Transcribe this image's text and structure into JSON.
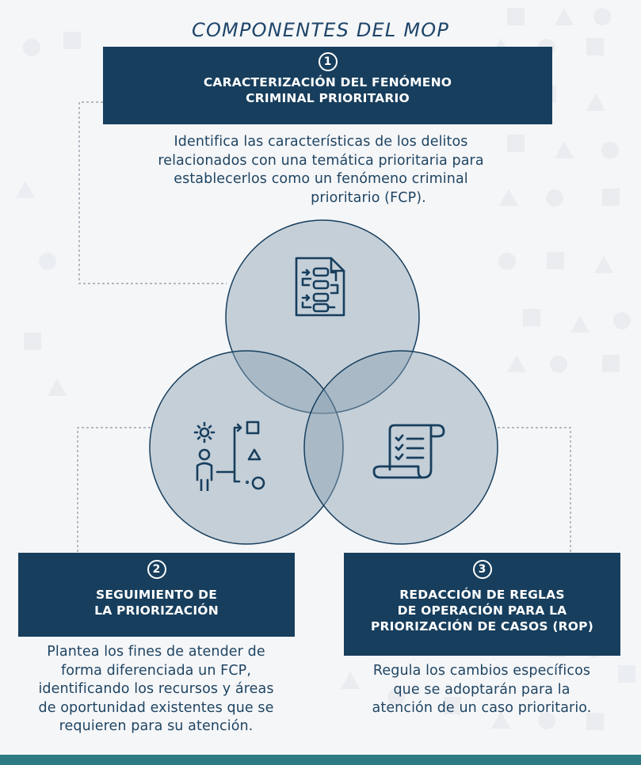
{
  "title": "COMPONENTES DEL MOP",
  "colors": {
    "box": "#173e5d",
    "circle_fill": "#8a9fb2",
    "circle_stroke": "#173e5d",
    "text": "#1f4563",
    "bottom_bar": "#2f7b84",
    "background": "#f5f6f8"
  },
  "components": [
    {
      "number": "1",
      "title_lines": [
        "CARACTERIZACIÓN DEL FENÓMENO",
        "CRIMINAL PRIORITARIO"
      ],
      "description_lines": [
        "Identifica las características de los delitos",
        "relacionados con una temática prioritaria para",
        "establecerlos como un fenómeno criminal",
        "prioritario (FCP)."
      ],
      "icon": "document-flow-icon"
    },
    {
      "number": "2",
      "title_lines": [
        "SEGUIMIENTO DE",
        "LA PRIORIZACIÓN"
      ],
      "description_lines": [
        "Plantea los fines de atender de",
        "forma diferenciada un FCP,",
        "identificando los recursos y áreas",
        "de oportunidad existentes que se",
        "requieren para su atención."
      ],
      "icon": "person-options-icon"
    },
    {
      "number": "3",
      "title_lines": [
        "REDACCIÓN DE REGLAS",
        "DE OPERACIÓN PARA LA",
        "PRIORIZACIÓN DE CASOS (ROP)"
      ],
      "description_lines": [
        "Regula los cambios específicos",
        "que se adoptarán para la",
        "atención de un caso prioritario."
      ],
      "icon": "checklist-scroll-icon"
    }
  ]
}
